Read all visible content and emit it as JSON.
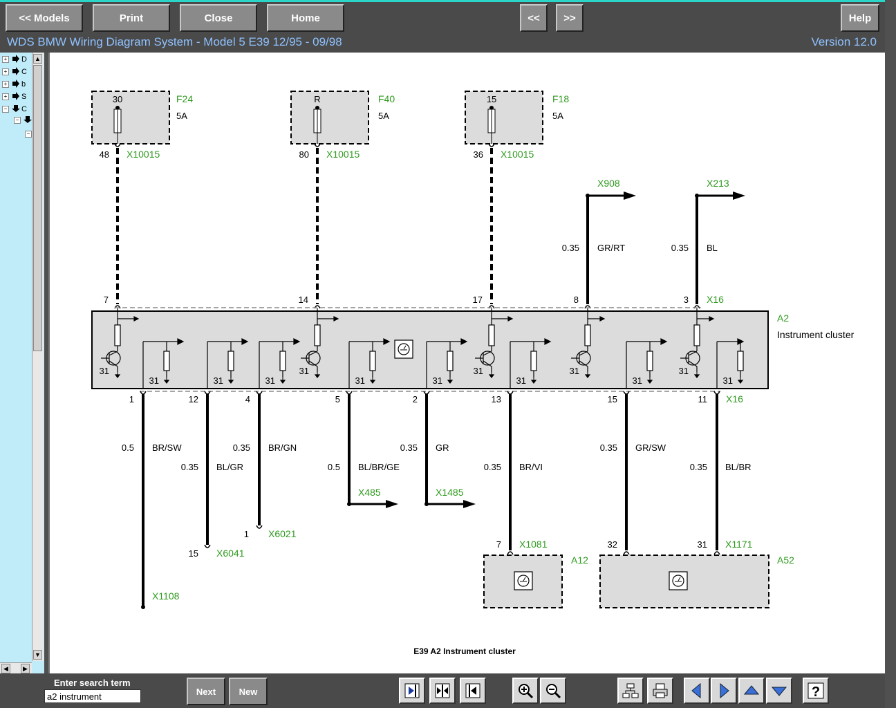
{
  "topbar": {
    "buttons": [
      "<< Models",
      "Print",
      "Close",
      "Home",
      "<<",
      ">>",
      "Help"
    ],
    "title": "WDS BMW Wiring Diagram System - Model 5 E39  12/95 - 09/98",
    "version": "Version 12.0"
  },
  "tree": {
    "items": [
      "D",
      "C",
      "b",
      "S",
      "C"
    ]
  },
  "diagram": {
    "fuses": [
      {
        "pin": "30",
        "name": "F24",
        "rating": "5A",
        "wire_pin": "48",
        "conn": "X10015"
      },
      {
        "pin": "R",
        "name": "F40",
        "rating": "5A",
        "wire_pin": "80",
        "conn": "X10015"
      },
      {
        "pin": "15",
        "name": "F18",
        "rating": "5A",
        "wire_pin": "36",
        "conn": "X10015"
      }
    ],
    "top_outputs": [
      {
        "conn": "X908",
        "gauge": "0.35",
        "color": "GR/RT"
      },
      {
        "conn": "X213",
        "gauge": "0.35",
        "color": "BL"
      }
    ],
    "top_pins": [
      "7",
      "14",
      "17",
      "8",
      "3"
    ],
    "top_conn": "X16",
    "module": {
      "name": "A2",
      "desc": "Instrument cluster"
    },
    "ground_label": "31",
    "bottom_conn": "X16",
    "bottom_pins": [
      "1",
      "12",
      "4",
      "5",
      "2",
      "13",
      "15",
      "11"
    ],
    "wires": [
      {
        "gauge": "0.5",
        "color": "BR/SW",
        "end_conn": "X1108"
      },
      {
        "gauge": "0.35",
        "color": "BL/GR",
        "end_pin": "15",
        "end_conn": "X6041"
      },
      {
        "gauge": "0.35",
        "color": "BR/GN",
        "end_pin": "1",
        "end_conn": "X6021"
      },
      {
        "gauge": "0.5",
        "color": "BL/BR/GE",
        "end_conn": "X485"
      },
      {
        "gauge": "0.35",
        "color": "GR",
        "end_conn": "X1485"
      },
      {
        "gauge": "0.35",
        "color": "BR/VI",
        "end_pin": "7",
        "end_conn": "X1081"
      },
      {
        "gauge": "0.35",
        "color": "GR/SW",
        "end_pin": "32"
      },
      {
        "gauge": "0.35",
        "color": "BL/BR",
        "end_pin": "31",
        "end_conn": "X1171"
      }
    ],
    "modules_bottom": [
      "A12",
      "A52"
    ],
    "caption": "E39 A2 Instrument cluster"
  },
  "bottombar": {
    "search_label": "Enter search term",
    "search_value": "a2 instrument",
    "next_label": "Next",
    "new_label": "New"
  },
  "colors": {
    "connector_green": "#2e9a1e",
    "title_blue": "#8fc2ff",
    "sidebar_bg": "#c0ecfa"
  }
}
